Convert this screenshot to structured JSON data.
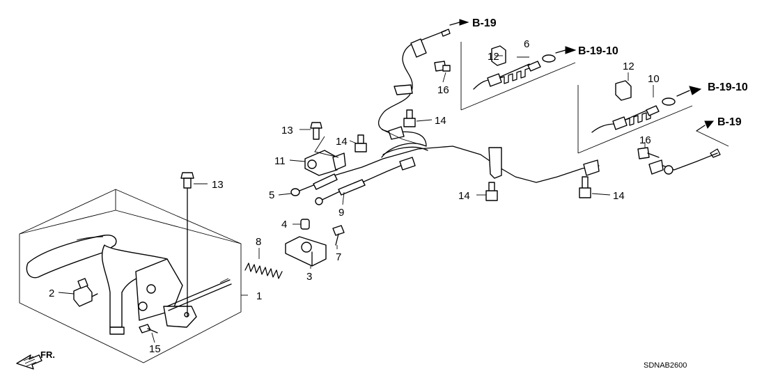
{
  "callouts": {
    "c1": "1",
    "c2": "2",
    "c3": "3",
    "c4": "4",
    "c5": "5",
    "c6": "6",
    "c7": "7",
    "c8": "8",
    "c9": "9",
    "c10": "10",
    "c11": "11",
    "c12a": "12",
    "c12b": "12",
    "c13a": "13",
    "c13b": "13",
    "c14a": "14",
    "c14b": "14",
    "c14c": "14",
    "c14d": "14",
    "c15": "15",
    "c16a": "16",
    "c16b": "16"
  },
  "references": {
    "r1": "B-19",
    "r2": "B-19-10",
    "r3": "B-19-10",
    "r4": "B-19"
  },
  "direction_label": "FR.",
  "diagram_code": "SDNAB2600"
}
